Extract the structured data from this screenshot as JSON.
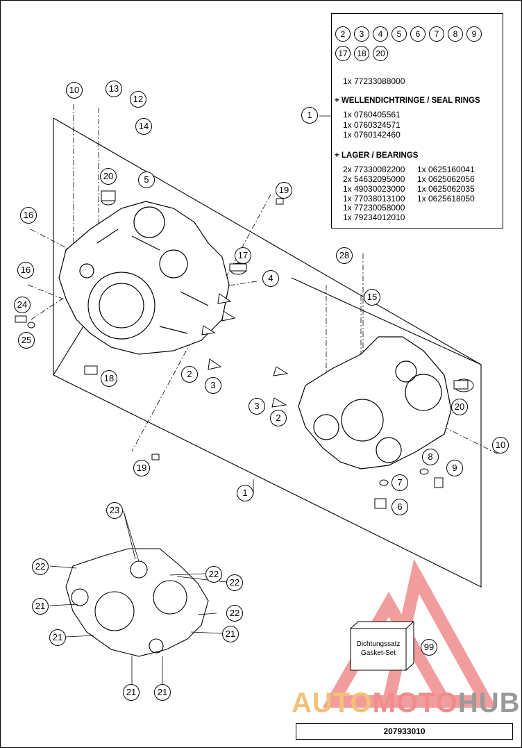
{
  "legend": {
    "kit_items_row1": [
      "2",
      "3",
      "4",
      "5",
      "6",
      "7",
      "8",
      "9"
    ],
    "kit_items_row2": [
      "17",
      "18",
      "20"
    ],
    "kit_part": "1x 77233088000",
    "seal_header": "+ WELLENDICHTRINGE / SEAL RINGS",
    "seal_rings": [
      "1x 0760405561",
      "1x 0760324571",
      "1x 0760142460"
    ],
    "bearing_header": "+ LAGER / BEARINGS",
    "bearings_left": [
      "2x 77330082200",
      "2x 54632095000",
      "1x 49030023000",
      "1x 77038013100",
      "1x 77230058000",
      "1x 79234012010"
    ],
    "bearings_right": [
      "1x 0625160041",
      "1x 0625062056",
      "1x 0625062035",
      "1x 0625618050"
    ],
    "callout": "1"
  },
  "callouts": {
    "c10a": "10",
    "c13": "13",
    "c12": "12",
    "c14": "14",
    "c20a": "20",
    "c5": "5",
    "c19a": "19",
    "c16a": "16",
    "c17": "17",
    "c16b": "16",
    "c4": "4",
    "c24": "24",
    "c25": "25",
    "c28": "28",
    "c15": "15",
    "c18": "18",
    "c2a": "2",
    "c3a": "3",
    "c3b": "3",
    "c2b": "2",
    "c20b": "20",
    "c10b": "10",
    "c8": "8",
    "c9": "9",
    "c7": "7",
    "c6": "6",
    "c19b": "19",
    "c1": "1",
    "c23": "23",
    "c22a": "22",
    "c22b": "22",
    "c22c": "22",
    "c22d": "22",
    "c21a": "21",
    "c21b": "21",
    "c21c": "21",
    "c21d": "21",
    "c21e": "21",
    "c99": "99"
  },
  "gasket": {
    "line1": "Dichtungssatz",
    "line2": "Gasket-Set"
  },
  "watermark": {
    "part1": "AUTO",
    "part2": "MOTO",
    "part3": "HUB"
  },
  "footer": "207933010",
  "colors": {
    "watermark_red": "#f08c8c",
    "watermark_orange": "#f4c07a",
    "watermark_grey": "#9a9a9a"
  }
}
